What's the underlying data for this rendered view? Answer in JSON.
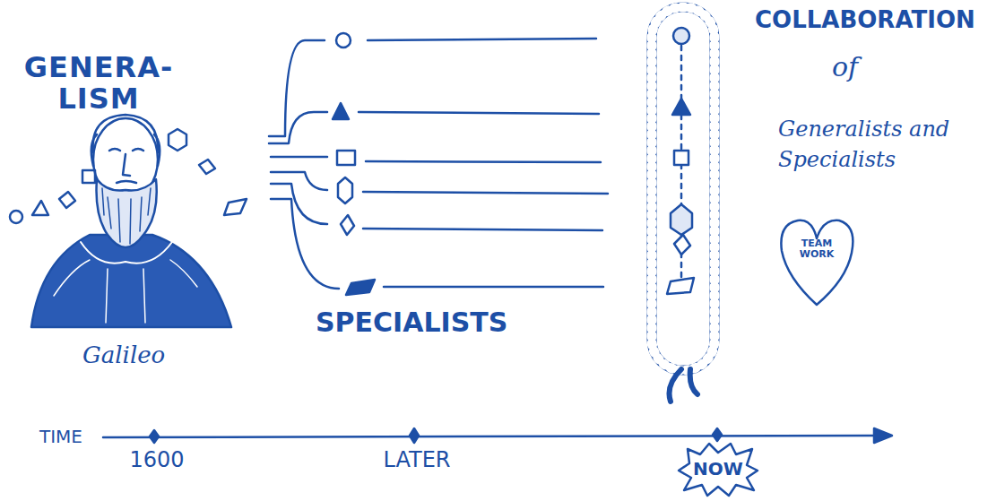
{
  "diagram": {
    "nodes": [
      {
        "text": [
          "TEAM WORK"
        ]
      },
      {
        "text": [
          "NOW"
        ]
      }
    ],
    "labels": [
      "GENERA- LISM",
      "Galileo",
      "SPECIALISTS",
      "COLLABORATION",
      "of",
      "Generalists and Specialists",
      "TIME",
      "1600",
      "LATER"
    ]
  }
}
